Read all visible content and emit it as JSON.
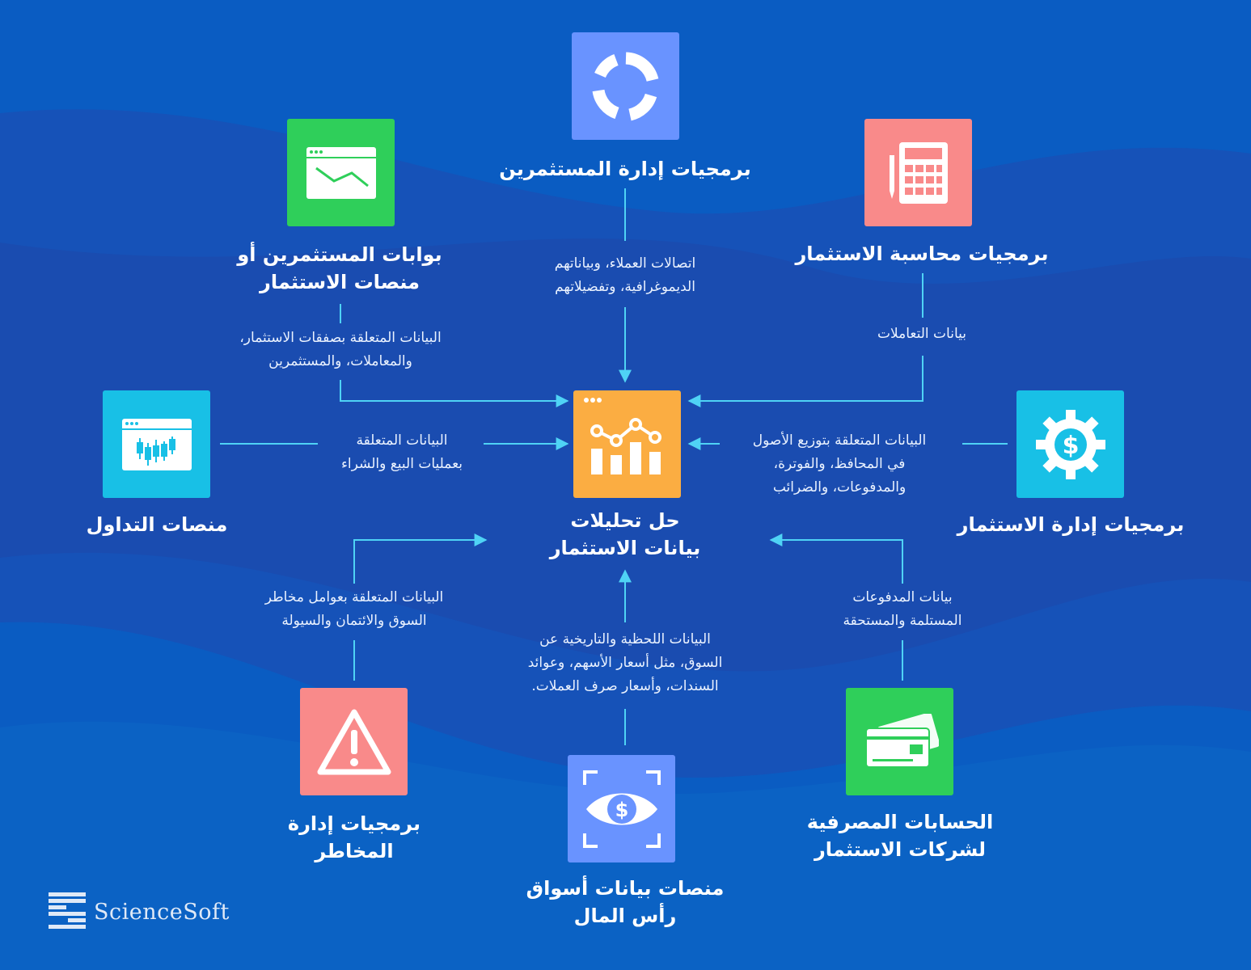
{
  "center": {
    "title_line1": "حل تحليلات",
    "title_line2": "بيانات الاستثمار"
  },
  "sources": {
    "investor_mgmt": {
      "title": "برمجيات إدارة المستثمرين",
      "flow_line1": "اتصالات العملاء، وبياناتهم",
      "flow_line2": "الديموغرافية، وتفضيلاتهم"
    },
    "investment_accounting": {
      "title": "برمجيات محاسبة الاستثمار",
      "flow_line1": "بيانات التعاملات"
    },
    "investor_portals": {
      "title_line1": "بوابات المستثمرين أو",
      "title_line2": "منصات الاستثمار",
      "flow_line1": "البيانات المتعلقة بصفقات الاستثمار،",
      "flow_line2": "والمعاملات، والمستثمرين"
    },
    "trading_platforms": {
      "title": "منصات التداول",
      "flow_line1": "البيانات المتعلقة",
      "flow_line2": "بعمليات البيع والشراء"
    },
    "investment_mgmt": {
      "title": "برمجيات إدارة الاستثمار",
      "flow_line1": "البيانات المتعلقة بتوزيع الأصول",
      "flow_line2": "في المحافظ، والفوترة،",
      "flow_line3": "والمدفوعات، والضرائب"
    },
    "risk_mgmt": {
      "title_line1": "برمجيات إدارة",
      "title_line2": "المخاطر",
      "flow_line1": "البيانات المتعلقة بعوامل مخاطر",
      "flow_line2": "السوق والائتمان والسيولة"
    },
    "market_data": {
      "title_line1": "منصات بيانات أسواق",
      "title_line2": "رأس المال",
      "flow_line1": "البيانات اللحظية والتاريخية عن",
      "flow_line2": "السوق، مثل أسعار الأسهم، وعوائد",
      "flow_line3": "السندات، وأسعار صرف العملات."
    },
    "bank_accounts": {
      "title_line1": "الحسابات المصرفية",
      "title_line2": "لشركات الاستثمار",
      "flow_line1": "بيانات المدفوعات",
      "flow_line2": "المستلمة والمستحقة"
    }
  },
  "icons": {
    "investor_mgmt": "cycle-icon",
    "investment_accounting": "calculator-icon",
    "investor_portals": "browser-chart-icon",
    "trading_platforms": "candlestick-icon",
    "center": "analytics-icon",
    "investment_mgmt": "dollar-gear-icon",
    "risk_mgmt": "warning-icon",
    "market_data": "eye-dollar-icon",
    "bank_accounts": "credit-card-icon"
  },
  "colors": {
    "background": "#0a5cc2",
    "blue_tile": "#6993ff",
    "red_tile": "#f98a8a",
    "green_tile": "#2fcf5a",
    "cyan_tile": "#18c0e6",
    "orange_tile": "#fbad42",
    "connector": "#4fd3f5"
  },
  "logo": {
    "text": "ScienceSoft"
  }
}
